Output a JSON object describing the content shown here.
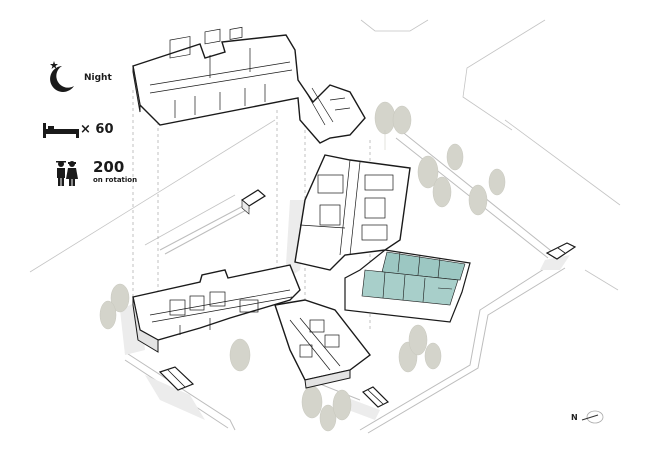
{
  "legend": {
    "night": {
      "icon": "moon-star-icon",
      "label": "Night"
    },
    "beds": {
      "icon": "bed-icon",
      "label": "× 60",
      "count": 60
    },
    "people": {
      "icon": "people-icon",
      "count_label": "200",
      "sub_label": "on rotation",
      "count": 200
    }
  },
  "north_arrow": {
    "label": "N",
    "icon": "north-arrow-icon"
  },
  "colors": {
    "line": "#1a1a1a",
    "site_line": "#bdbdbd",
    "tree": "#d4d4cb",
    "highlight": "#9cc7c2",
    "shadow": "#e6e6e6"
  },
  "drawing": {
    "type": "exploded axonometric building diagram",
    "levels": [
      "upper floor (exploded)",
      "ground floor"
    ],
    "highlighted_zone": "night wing (teal)"
  }
}
